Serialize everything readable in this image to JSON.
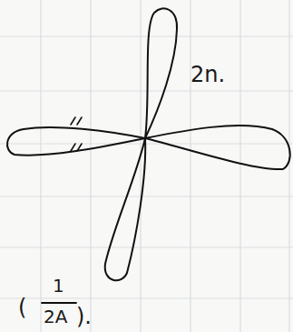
{
  "diagram": {
    "labels": [
      "2n.",
      "(",
      "1",
      "2A",
      ")."
    ]
  }
}
